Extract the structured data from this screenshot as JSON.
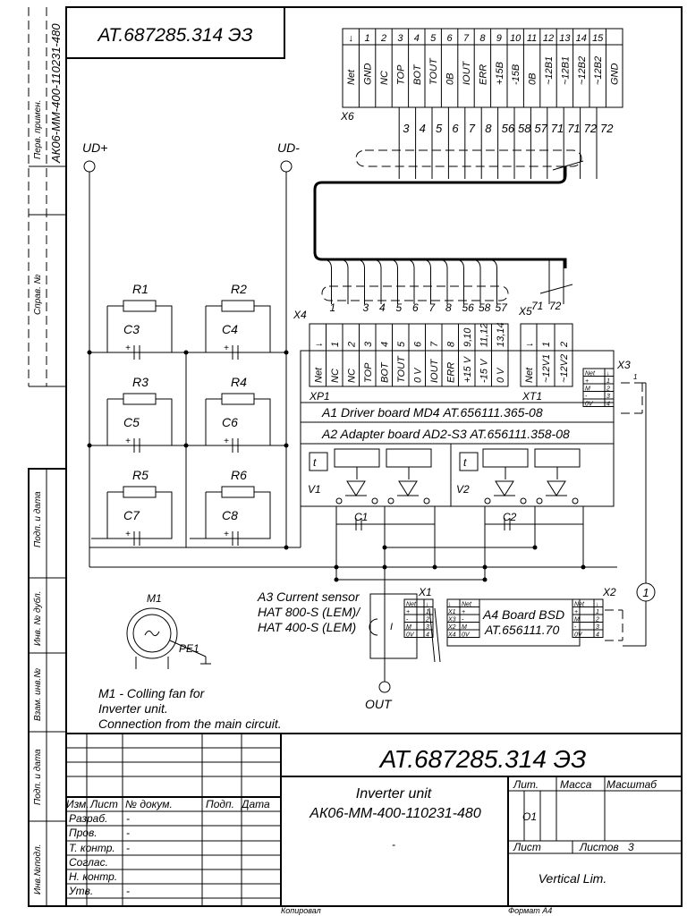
{
  "drawing_number": "АТ.687285.314 ЭЗ",
  "side_stamp": {
    "perv_primen_label": "Перв. примен.",
    "perv_primen_value": "АК06-ММ-400-110231-480",
    "sprav_label": "Справ. №",
    "podp_data_label_1": "Подп. и дата",
    "inv_dubl_label": "Инв. № дубл.",
    "vzam_inv_label": "Взам. инв.№",
    "podp_data_label_2": "Подп. и дата",
    "inv_podl_label": "Инв.№подл."
  },
  "x6": {
    "label": "X6",
    "pin_numbers": [
      "↓",
      "1",
      "2",
      "3",
      "4",
      "5",
      "6",
      "7",
      "8",
      "9",
      "10",
      "11",
      "12",
      "13",
      "14",
      "15"
    ],
    "pin_names": [
      "Net",
      "GND",
      "NC",
      "TOP",
      "BOT",
      "TOUT",
      "0B",
      "IOUT",
      "ERR",
      "+15B",
      "-15B",
      "0B",
      "~12B1",
      "~12B1",
      "~12B2",
      "~12B2",
      "GND"
    ],
    "wire_numbers": [
      "3",
      "4",
      "5",
      "6",
      "7",
      "8",
      "56",
      "58",
      "57",
      "71",
      "71",
      "72",
      "72"
    ]
  },
  "terminals": {
    "ud_plus": "UD+",
    "ud_minus": "UD-",
    "out": "OUT"
  },
  "resistors": [
    "R1",
    "R2",
    "R3",
    "R4",
    "R5",
    "R6"
  ],
  "capacitors": [
    "C3",
    "C4",
    "C5",
    "C6",
    "C7",
    "C8",
    "C1",
    "C2"
  ],
  "x4": {
    "label": "X4",
    "wire_numbers": [
      "1",
      "3",
      "4",
      "5",
      "6",
      "7",
      "8",
      "56",
      "58",
      "57"
    ],
    "pin_numbers": [
      "↓",
      "1",
      "2",
      "3",
      "4",
      "5",
      "6",
      "7",
      "8",
      "9,10",
      "11,12",
      "13,14"
    ],
    "pin_names": [
      "Net",
      "NC",
      "NC",
      "TOP",
      "BOT",
      "TOUT",
      "0 V",
      "IOUT",
      "ERR",
      "+15 V",
      "-15 V",
      "0 V"
    ]
  },
  "x5": {
    "label": "X5",
    "wire_numbers": [
      "71",
      "72"
    ],
    "pin_numbers": [
      "↓",
      "1",
      "2"
    ],
    "pin_names": [
      "Net",
      "~12V1",
      "~12V2"
    ]
  },
  "xp1": "XP1",
  "xt1": "XT1",
  "a1": "A1   Driver board MD4  АТ.656111.365-08",
  "a2": "A2   Adapter board AD2-S3  АТ.656111.358-08",
  "v1": "V1",
  "v2": "V2",
  "t_label": "t",
  "x3": {
    "label": "X3",
    "marker": "1",
    "rows": [
      [
        "Net",
        "↓"
      ],
      [
        "+",
        "1"
      ],
      [
        "M",
        "2"
      ],
      [
        "-",
        "3"
      ],
      [
        "0V",
        "4"
      ]
    ]
  },
  "x1": {
    "label": "X1",
    "rows": [
      [
        "Net",
        "↓"
      ],
      [
        "+",
        "1"
      ],
      [
        "-",
        "2"
      ],
      [
        "M",
        "3"
      ],
      [
        "0V",
        "4"
      ]
    ]
  },
  "x2": {
    "label": "X2",
    "rows": [
      [
        "Net",
        "↓"
      ],
      [
        "+",
        "1"
      ],
      [
        "M",
        "2"
      ],
      [
        "-",
        "3"
      ],
      [
        "0V",
        "4"
      ]
    ]
  },
  "a4_side": {
    "rows": [
      [
        "↓",
        "Net"
      ],
      [
        "X1",
        "+"
      ],
      [
        "X3",
        "-"
      ],
      [
        "X2",
        "M"
      ],
      [
        "X4",
        "0V"
      ]
    ]
  },
  "cable_marker": "1",
  "a3": {
    "title": "A3   Current sensor",
    "line1": "HAT 800-S (LEM)/",
    "line2": "HAT 400-S (LEM)",
    "i_label": "I"
  },
  "a4": {
    "line1": "A4 Board BSD",
    "line2": "АТ.656111.70"
  },
  "m1": {
    "label": "M1",
    "pe": "PE1",
    "note1": "M1 - Colling fan for",
    "note2": "Inverter unit.",
    "note3": "Connection from the main circuit."
  },
  "title_block": {
    "doc_number": "АТ.687285.314 ЭЗ",
    "name1": "Inverter unit",
    "name2": "АК06-ММ-400-110231-480",
    "name_dash": "-",
    "headers": [
      "Изм.",
      "Лист",
      "№ докум.",
      "Подп.",
      "Дата"
    ],
    "roles": [
      "Разраб.",
      "Пров.",
      "Т. контр.",
      "Соглас.",
      "Н. контр.",
      "Утв."
    ],
    "role_values": [
      "-",
      "-",
      "-",
      "",
      "",
      "-"
    ],
    "lit": "Лит.",
    "massa": "Масса",
    "masshtab": "Масштаб",
    "lit_value": "О1",
    "list": "Лист",
    "listov": "Листов",
    "listov_value": "3",
    "company": "Vertical Lim."
  },
  "footer": {
    "kopiroval": "Копировал",
    "format": "Формат А4"
  }
}
